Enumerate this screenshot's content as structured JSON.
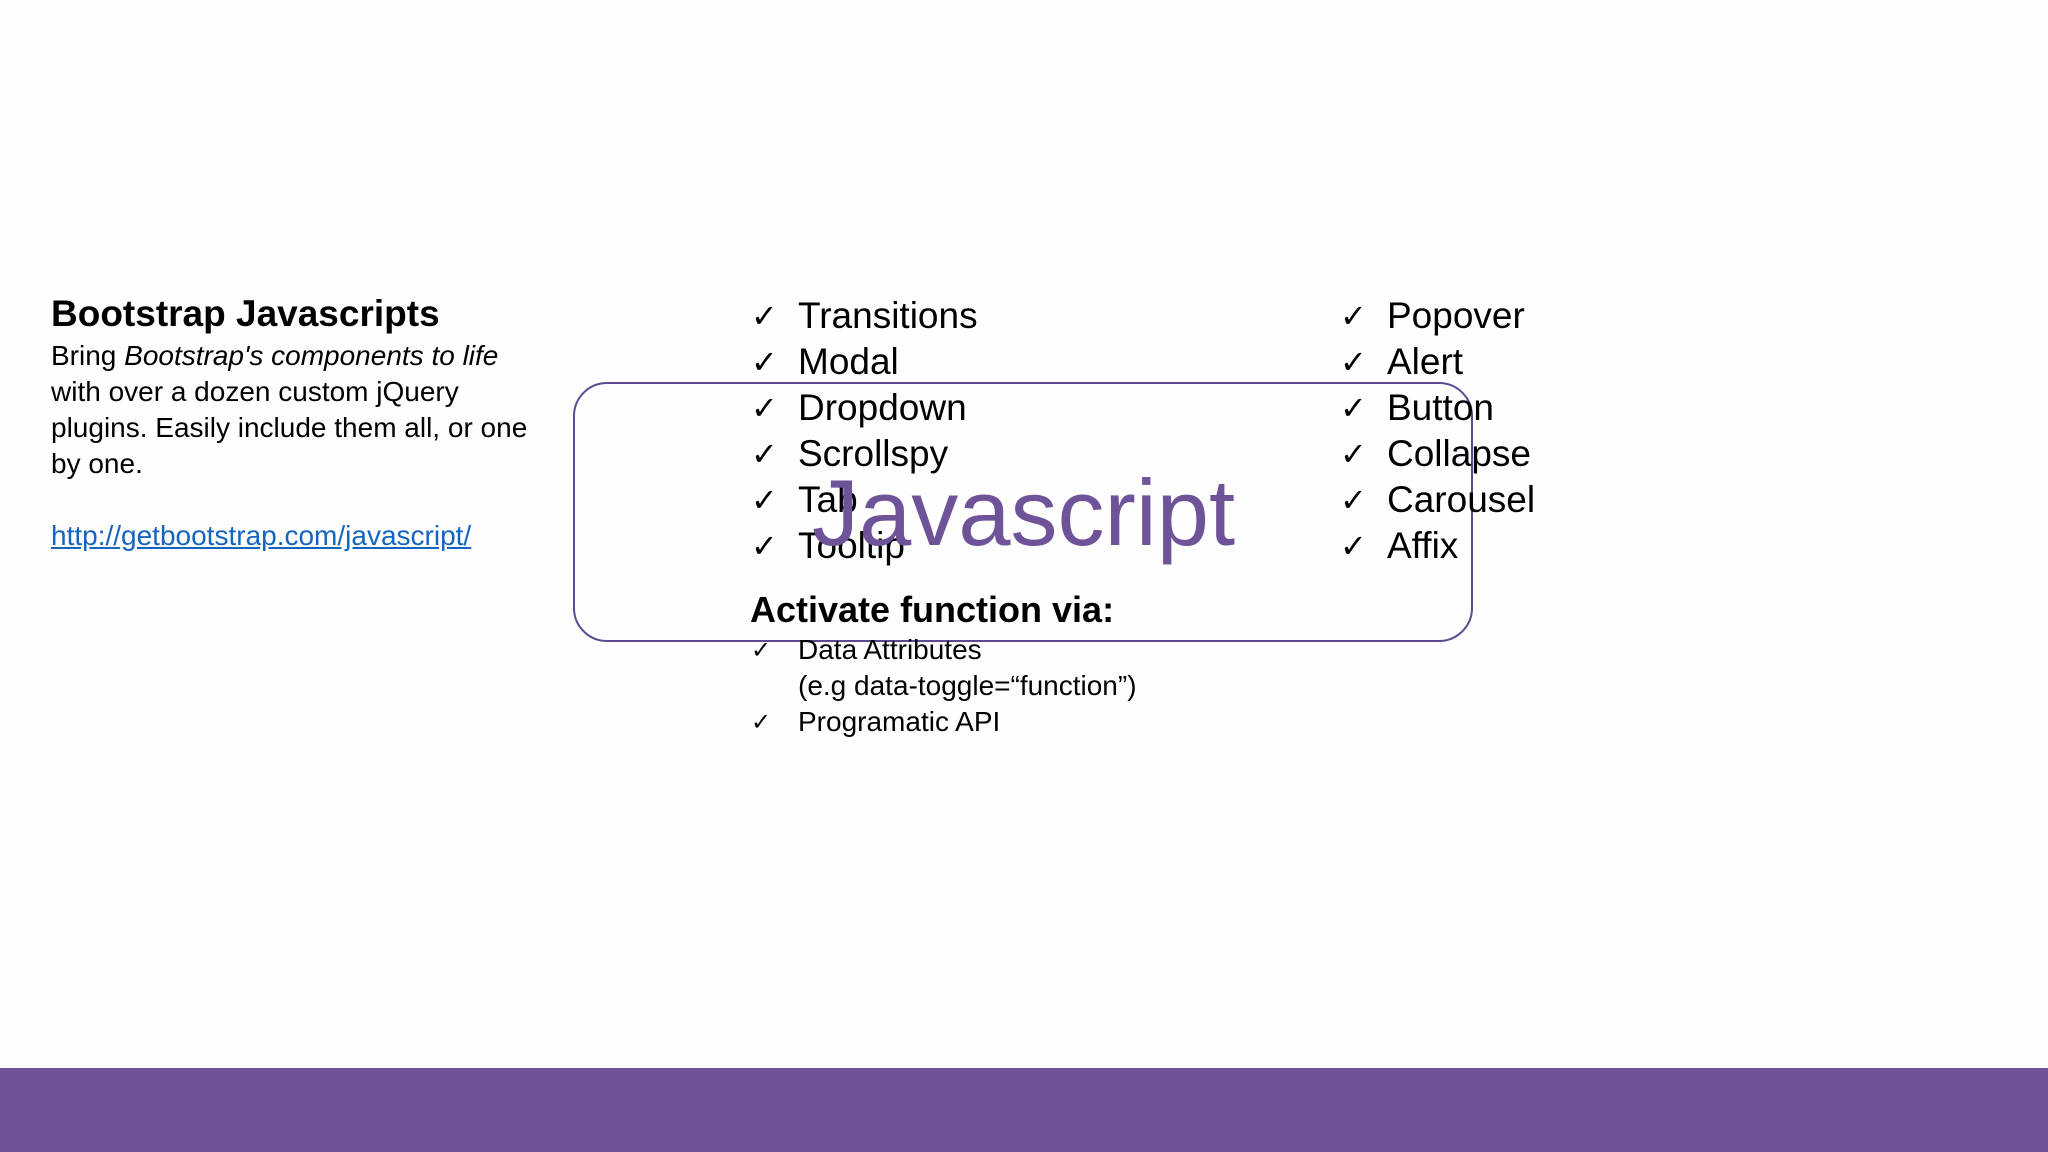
{
  "left": {
    "title": "Bootstrap Javascripts",
    "desc_prefix": "Bring ",
    "desc_italic": "Bootstrap's components to life",
    "desc_suffix": " with over a dozen custom jQuery plugins. Easily include them all, or one by one.",
    "link": "http://getbootstrap.com/javascript/"
  },
  "box": {
    "title": "Javascript"
  },
  "check_glyph": "✓",
  "plugins_col1": [
    "Transitions",
    "Modal",
    "Dropdown",
    "Scrollspy",
    "Tab",
    "Tooltip"
  ],
  "plugins_col2": [
    "Popover",
    "Alert",
    "Button",
    "Collapse",
    "Carousel",
    "Affix"
  ],
  "activate": {
    "title": "Activate function via:",
    "items": [
      {
        "line1": "Data Attributes",
        "line2": "(e.g data-toggle=“function”)"
      },
      {
        "line1": "Programatic API",
        "line2": ""
      }
    ]
  },
  "colors": {
    "accent": "#6f5398",
    "link": "#1565c0",
    "box_border": "#5b4a8f"
  }
}
